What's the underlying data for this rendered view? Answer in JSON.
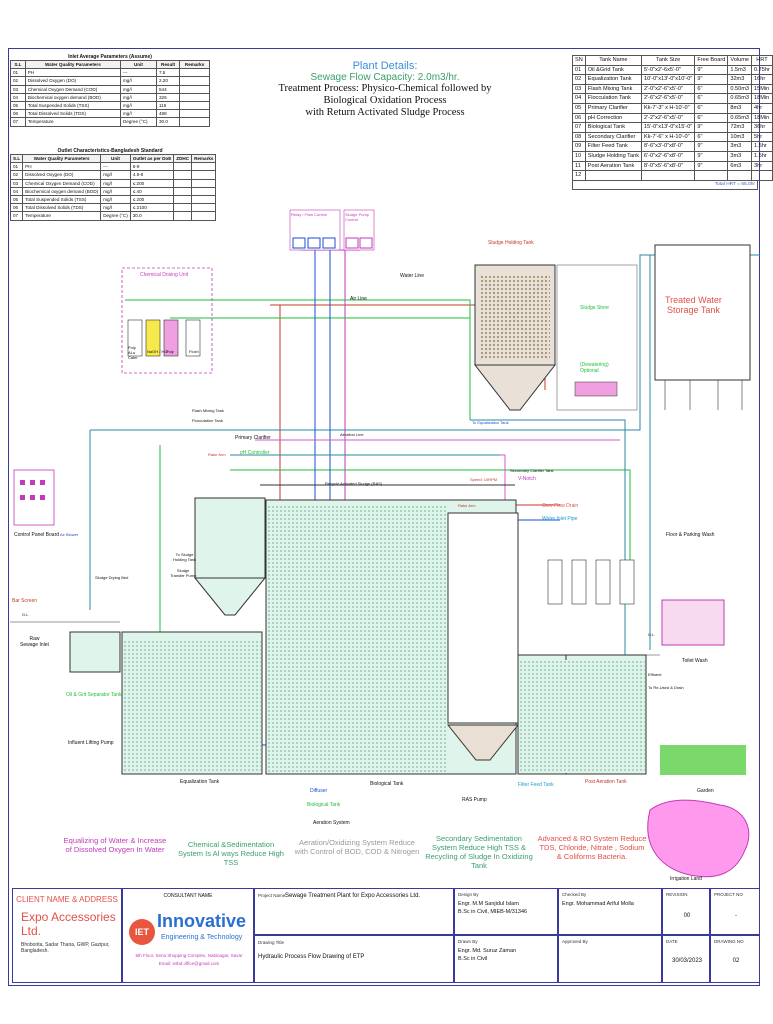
{
  "inlet_table": {
    "title": "Inlet Average Parameters (Assume)",
    "headers": [
      "S.L",
      "Water Quality Parameters",
      "Unit",
      "Result",
      "Remarks"
    ],
    "rows": [
      [
        "01",
        "PH",
        "---",
        "7.5",
        ""
      ],
      [
        "02",
        "Dissolved Oxygen (DO)",
        "mg/l",
        "2.20",
        ""
      ],
      [
        "03",
        "Chemical Oxygen Demand (COD)",
        "mg/l",
        "544",
        ""
      ],
      [
        "04",
        "Biochemical oxygen demand (BOD)",
        "mg/l",
        "326",
        ""
      ],
      [
        "05",
        "Total Suspended Solids (TSS)",
        "mg/l",
        "115",
        ""
      ],
      [
        "06",
        "Total Dissolved Solids (TDS)",
        "mg/l",
        "488",
        ""
      ],
      [
        "07",
        "Temperature",
        "Degree (°C)",
        "30.0",
        ""
      ]
    ]
  },
  "outlet_table": {
    "title": "Outlet Characteristics-Bangladesh Standard",
    "headers": [
      "S.L",
      "Water Quality Parameters",
      "Unit",
      "Outlet as per DoE",
      "ZDHC",
      "Remarks"
    ],
    "rows": [
      [
        "01",
        "PH",
        "---",
        "6-9",
        "",
        ""
      ],
      [
        "02",
        "Dissolved Oxygen (DO)",
        "mg/l",
        "4.5-8",
        "",
        ""
      ],
      [
        "03",
        "Chemical Oxygen Demand (COD)",
        "mg/l",
        "≤ 200",
        "",
        ""
      ],
      [
        "04",
        "Biochemical oxygen demand (BOD)",
        "mg/l",
        "≤ 40",
        "",
        ""
      ],
      [
        "05",
        "Total Suspended Solids (TSS)",
        "mg/l",
        "≤ 200",
        "",
        ""
      ],
      [
        "06",
        "Total Dissolved Solids (TDS)",
        "mg/l",
        "≤ 2100",
        "",
        ""
      ],
      [
        "07",
        "Temperature",
        "Degree (°C)",
        "30.0",
        "",
        ""
      ]
    ]
  },
  "plant_details": {
    "heading": "Plant Details:",
    "capacity": "Sewage Flow Capacity: 2.0m3/hr.",
    "process_line1": "Treatment Process: Physico-Chemical followed by",
    "process_line2": "Biological Oxidation Process",
    "process_line3": "with Return Activated Sludge Process"
  },
  "tank_table": {
    "headers": [
      "SN",
      "Tank Name",
      "Tank Size",
      "Free Board",
      "Volume",
      "HRT"
    ],
    "rows": [
      [
        "01",
        "Oil &Grid Tank",
        "5'-0\"x2'-6x5'-0\"",
        "9\"",
        "1.5m3",
        "0.75hr"
      ],
      [
        "02",
        "Equalization Tank",
        "10'-0\"x13'-0\"x10'-0\"",
        "9\"",
        "32m3",
        "16hr"
      ],
      [
        "03",
        "Flash Mixing Tank",
        "2'-0\"x2'-6\"x5'-0\"",
        "6\"",
        "0.50m3",
        "15Min"
      ],
      [
        "04",
        "Flocculation Tank",
        "2'-6\"x2'-6\"x5'-0\"",
        "6\"",
        "0.65m3",
        "18Min"
      ],
      [
        "05",
        "Primary Clarifier",
        "Kk-7'-3\" x H-10'-0\"",
        "6\"",
        "8m3",
        "4hr"
      ],
      [
        "06",
        "pH Correction",
        "2'-2\"x2'-6\"x5'-0\"",
        "6\"",
        "0.65m3",
        "18Min"
      ],
      [
        "07",
        "Biological Tank",
        "15'-0\"x13'-0\"x15'-0\"",
        "9\"",
        "72m3",
        "36hr"
      ],
      [
        "08",
        "Secondary Clarifier",
        "Kk-7'-6\" x H-10'-0\"",
        "6\"",
        "10m3",
        "5hr"
      ],
      [
        "09",
        "Filter Feed Tank",
        "8'-6\"x3'-0\"x8'-0\"",
        "9\"",
        "3m3",
        "1.5hr"
      ],
      [
        "10",
        "Sludge Holding Tank",
        "6'-0\"x2'-6\"x8'-0\"",
        "9\"",
        "3m3",
        "1.5hr"
      ],
      [
        "11",
        "Post Aeration Tank",
        "8'-0\"x5'-6\"x8'-0\"",
        "9\"",
        "6m3",
        "3hr"
      ],
      [
        "12",
        "",
        "",
        "",
        "",
        ""
      ]
    ],
    "total_label": "Total HRT =",
    "total_value": "65.0hr"
  },
  "labels": {
    "chemical_dosing": "Chemical Dosing Unit",
    "chem1": "Poly ALu Caler",
    "chem2": "NaOH / HCl",
    "chem3": "Poly",
    "chem4": "Floxh",
    "panel1": "Relay / Flow Control",
    "panel2": "Sludge Pump Control",
    "water_line": "Water Line",
    "air_line": "Air Line",
    "sludge_holding": "Sludge Holding Tank",
    "sludge_store": "Sludge Store",
    "dewatering": "(Dewatering)\nOptional",
    "to_equalization": "To Equalization Tank",
    "treated_water": "Treated Water\nStorage Tank",
    "flash_mixing": "Flash Mixing Tank",
    "flocculation": "Flocculation Tank",
    "primary_clarifier": "Primary Clarifier",
    "ph_controller": "pH Controller",
    "rake_arm": "Rake Arm",
    "recycle": "Recycle Activated Sludge (RAS)",
    "aeration_line": "Aeration Line",
    "speed": "Speed: 10RPM",
    "secondary_clarifier": "Secondary Clarifier Tank",
    "v_notch": "V-Notch",
    "overflow": "Over Flow Drain",
    "water_inlet": "Water Inlet Pipe",
    "rake_arm2": "Rake Arm",
    "floor_wash": "Floor & Parking Wash",
    "control_panel": "Control Panel Board",
    "blower": "Air Blower",
    "bar_screen": "Bar Screen",
    "gl": "G.L",
    "raw_sewage": "Raw\nSewage Inlet",
    "sludge_drying": "Sludge Drying Bed",
    "sludge_transfer": "Sludge\nTransfer Pump",
    "to_sludge_holding": "To Sludge\nHolding Tank",
    "oil_grit": "Oil & Grit Separator Tank",
    "influent_pump": "Influent Lifting Pump",
    "equalization": "Equalization Tank",
    "diffuser": "Diffuser",
    "biological": "Biological Tank",
    "biological2": "Biological Tank",
    "aeration_system": "Aeration System",
    "ras_pump": "RAS Pump",
    "filter_feed": "Filter Feed Tank",
    "post_aeration": "Post Aeration Tank",
    "toilet_wash": "Toilet Wash",
    "garden": "Garden",
    "irrigation": "Irrigation Land",
    "effluent": "Effluent",
    "to_re_used": "To Re-Used & Drain",
    "gl2": "G.L"
  },
  "captions": [
    "Equalizing of Water & Increase of Dissolved Oxygen In Water",
    "Chemical &Sedimentation System Is Al ways Reduce High TSS",
    "Aeration/Oxidizing System Reduce with Control of BOD, COD & Nitrogen",
    "Secondary Sedimentation System Reduce High TSS & Recycling of Sludge In Oxidizing Tank",
    "Advanced & RO System Reduce TDS, Chloride, Nitrate , Sodium & Coliforms Bacteria."
  ],
  "footer": {
    "client_heading": "CLIENT NAME & ADDRESS",
    "client_name": "Expo Accessories Ltd.",
    "client_address": "Bhoborita, Sadar Thana, GWP, Gazipur, Bangladesh.",
    "consultant_heading": "CONSULTANT NAME",
    "consultant_logo": "IET",
    "consultant_name": "Innovative",
    "consultant_sub": "Engineering & Technology",
    "consultant_address": "5th Floor, Sena Shopping Complex, Nabinagar, Savar",
    "consultant_email": "Email: ietbd.office@gmail.com",
    "project_name_label": "Project Name:",
    "project_name": "Sewage Treatment Plant for Expo Accessories Ltd.",
    "drawing_title_label": "Drawing Title",
    "drawing_title": "Hydraulic Process Flow Drawing of ETP",
    "design_label": "Design By",
    "design_name": "Engr. M.M Sanjidul Islam",
    "design_degree": "B.Sc in Civil, MIEB-M/31346",
    "drawn_label": "Drawn By",
    "drawn_name": "Engr. Md. Suruz Zaman",
    "drawn_degree": "B.Sc in Civil",
    "checked_label": "Checked By",
    "checked_name": "Engr. Mohammad Ariful Molla",
    "approved_label": "Approved By",
    "revision_label": "REVISION",
    "revision": "00",
    "project_no_label": "PROJECT NO",
    "project_no": "-",
    "date_label": "DATE",
    "date": "30/03/2023",
    "drawing_no_label": "DRAWING NO",
    "drawing_no": "02"
  }
}
